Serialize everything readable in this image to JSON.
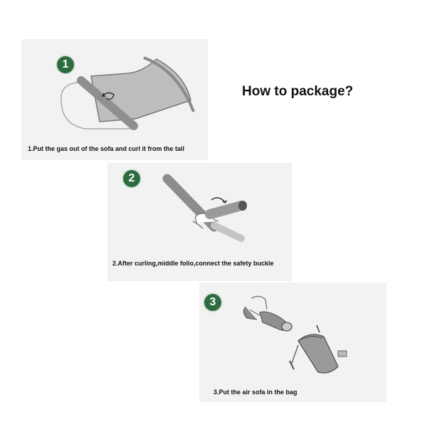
{
  "title": "How to package?",
  "steps": [
    {
      "number": "1",
      "caption": "1.Put the gas out of the sofa and curl it from the tail"
    },
    {
      "number": "2",
      "caption": "2.After curling,middle folio,connect the safety buckle"
    },
    {
      "number": "3",
      "caption": "3.Put the air sofa in the bag"
    }
  ],
  "colors": {
    "badge": "#2e6b3f",
    "panel": "#f2f2f2",
    "text": "#111111"
  }
}
